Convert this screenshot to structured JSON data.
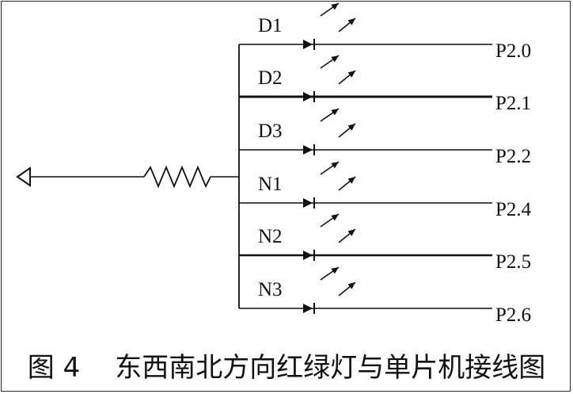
{
  "diagram": {
    "leds": [
      {
        "label": "D1",
        "pin": "P2.0"
      },
      {
        "label": "D2",
        "pin": "P2.1"
      },
      {
        "label": "D3",
        "pin": "P2.2"
      },
      {
        "label": "N1",
        "pin": "P2.4"
      },
      {
        "label": "N2",
        "pin": "P2.5"
      },
      {
        "label": "N3",
        "pin": "P2.6"
      }
    ],
    "icons": {
      "ground": "triangle-ground-icon",
      "resistor": "zigzag-resistor-icon",
      "diode": "diode-triangle-icon",
      "light": "emission-arrows-icon"
    }
  },
  "caption": {
    "number": "图 4",
    "title": "东西南北方向红绿灯与单片机接线图"
  }
}
